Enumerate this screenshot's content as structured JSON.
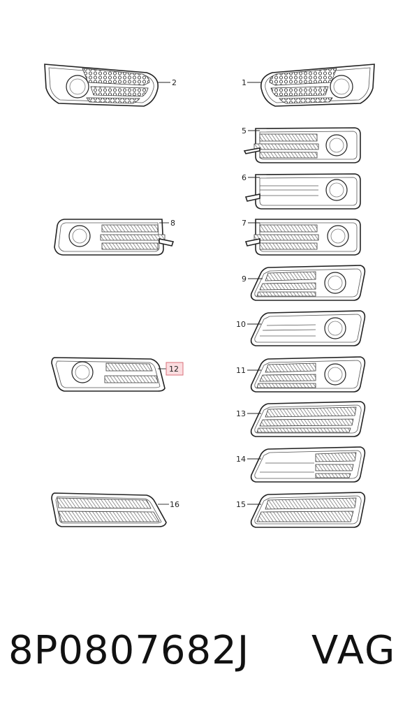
{
  "diagram": {
    "callouts": [
      {
        "id": "c1",
        "label": "1"
      },
      {
        "id": "c2",
        "label": "2"
      },
      {
        "id": "c5",
        "label": "5"
      },
      {
        "id": "c6",
        "label": "6"
      },
      {
        "id": "c7",
        "label": "7"
      },
      {
        "id": "c8",
        "label": "8"
      },
      {
        "id": "c9",
        "label": "9"
      },
      {
        "id": "c10",
        "label": "10"
      },
      {
        "id": "c11",
        "label": "11"
      },
      {
        "id": "c12",
        "label": "12",
        "highlighted": true
      },
      {
        "id": "c13",
        "label": "13"
      },
      {
        "id": "c14",
        "label": "14"
      },
      {
        "id": "c15",
        "label": "15"
      },
      {
        "id": "c16",
        "label": "16"
      }
    ],
    "highlight_color": "#fbdde0"
  },
  "footer": {
    "part_number": "8P0807682J",
    "brand": "VAG"
  }
}
